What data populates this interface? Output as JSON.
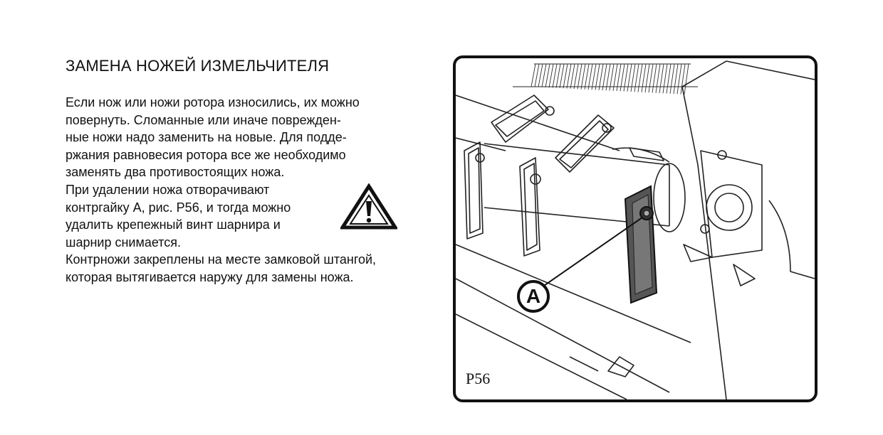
{
  "page": {
    "title": "ЗАМЕНА НОЖЕЙ ИЗМЕЛЬЧИТЕЛЯ",
    "lines": [
      "Если нож или ножи ротора износились, их можно",
      "повернуть. Сломанные или иначе поврежден-",
      "ные ножи надо заменить на новые. Для подде-",
      "ржания равновесия ротора все же необходимо",
      "заменять два противостоящих ножа.",
      "При удалении ножа отворачивают",
      "контргайку А, рис. Р56, и тогда можно",
      "удалить крепежный винт шарнира и",
      "шарнир снимается.",
      "Контрножи закреплены на месте замковой штангой,",
      "которая вытягивается наружу для замены ножа."
    ]
  },
  "warning": {
    "icon": "warning-triangle-icon"
  },
  "figure": {
    "label": "P56",
    "callout": "A"
  }
}
